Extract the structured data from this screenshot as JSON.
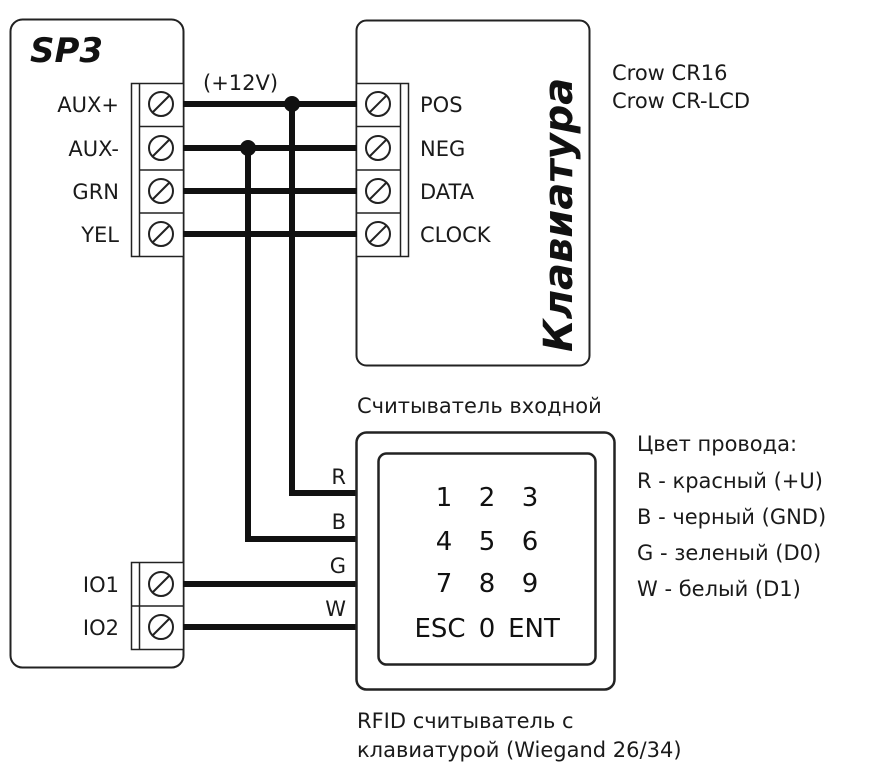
{
  "controller": {
    "title": "SP3",
    "top_terminals": [
      "AUX+",
      "AUX-",
      "GRN",
      "YEL"
    ],
    "bottom_terminals": [
      "IO1",
      "IO2"
    ],
    "voltage_note": "(+12V)"
  },
  "keypad": {
    "title": "Клавиатура",
    "terminals": [
      "POS",
      "NEG",
      "DATA",
      "CLOCK"
    ],
    "models": [
      "Crow CR16",
      "Crow CR-LCD"
    ]
  },
  "reader": {
    "heading": "Считыватель входной",
    "wire_labels": [
      "R",
      "B",
      "G",
      "W"
    ],
    "keys": [
      [
        "1",
        "2",
        "3"
      ],
      [
        "4",
        "5",
        "6"
      ],
      [
        "7",
        "8",
        "9"
      ],
      [
        "ESC",
        "0",
        "ENT"
      ]
    ],
    "caption": [
      "RFID считыватель с",
      "клавиатурой (Wiegand 26/34)"
    ]
  },
  "legend": {
    "title": "Цвет провода:",
    "items": [
      "R - красный (+U)",
      "B - черный (GND)",
      "G - зеленый (D0)",
      "W - белый (D1)"
    ]
  },
  "colors": {
    "line": "#111111",
    "background": "#ffffff"
  }
}
